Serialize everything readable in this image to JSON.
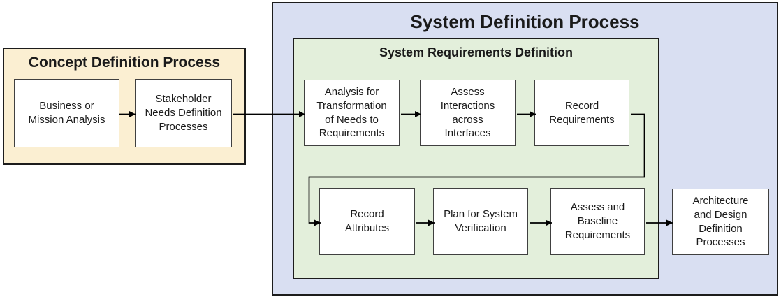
{
  "colors": {
    "concept_bg": "#FBEFD2",
    "concept_border": "#1C1C1C",
    "system_bg": "#D9DFF2",
    "system_border": "#1C1C1C",
    "requirements_bg": "#E3EFDB",
    "requirements_border": "#1C1C1C",
    "process_box_bg": "#FFFFFF",
    "process_box_border": "#404040",
    "arrow": "#000000",
    "text": "#1A1A1A"
  },
  "concept": {
    "title": "Concept Definition Process",
    "boxes": [
      {
        "label": "Business or\nMission Analysis"
      },
      {
        "label": "Stakeholder\nNeeds Definition\nProcesses"
      }
    ]
  },
  "system": {
    "title": "System Definition Process",
    "requirements": {
      "title": "System Requirements Definition",
      "top_row": [
        {
          "label": "Analysis for\nTransformation\nof Needs to\nRequirements"
        },
        {
          "label": "Assess\nInteractions\nacross\nInterfaces"
        },
        {
          "label": "Record\nRequirements"
        }
      ],
      "bottom_row": [
        {
          "label": "Record\nAttributes"
        },
        {
          "label": "Plan for System\nVerification"
        },
        {
          "label": "Assess and\nBaseline\nRequirements"
        }
      ]
    },
    "architecture": {
      "label": "Architecture\nand Design\nDefinition\nProcesses"
    }
  }
}
